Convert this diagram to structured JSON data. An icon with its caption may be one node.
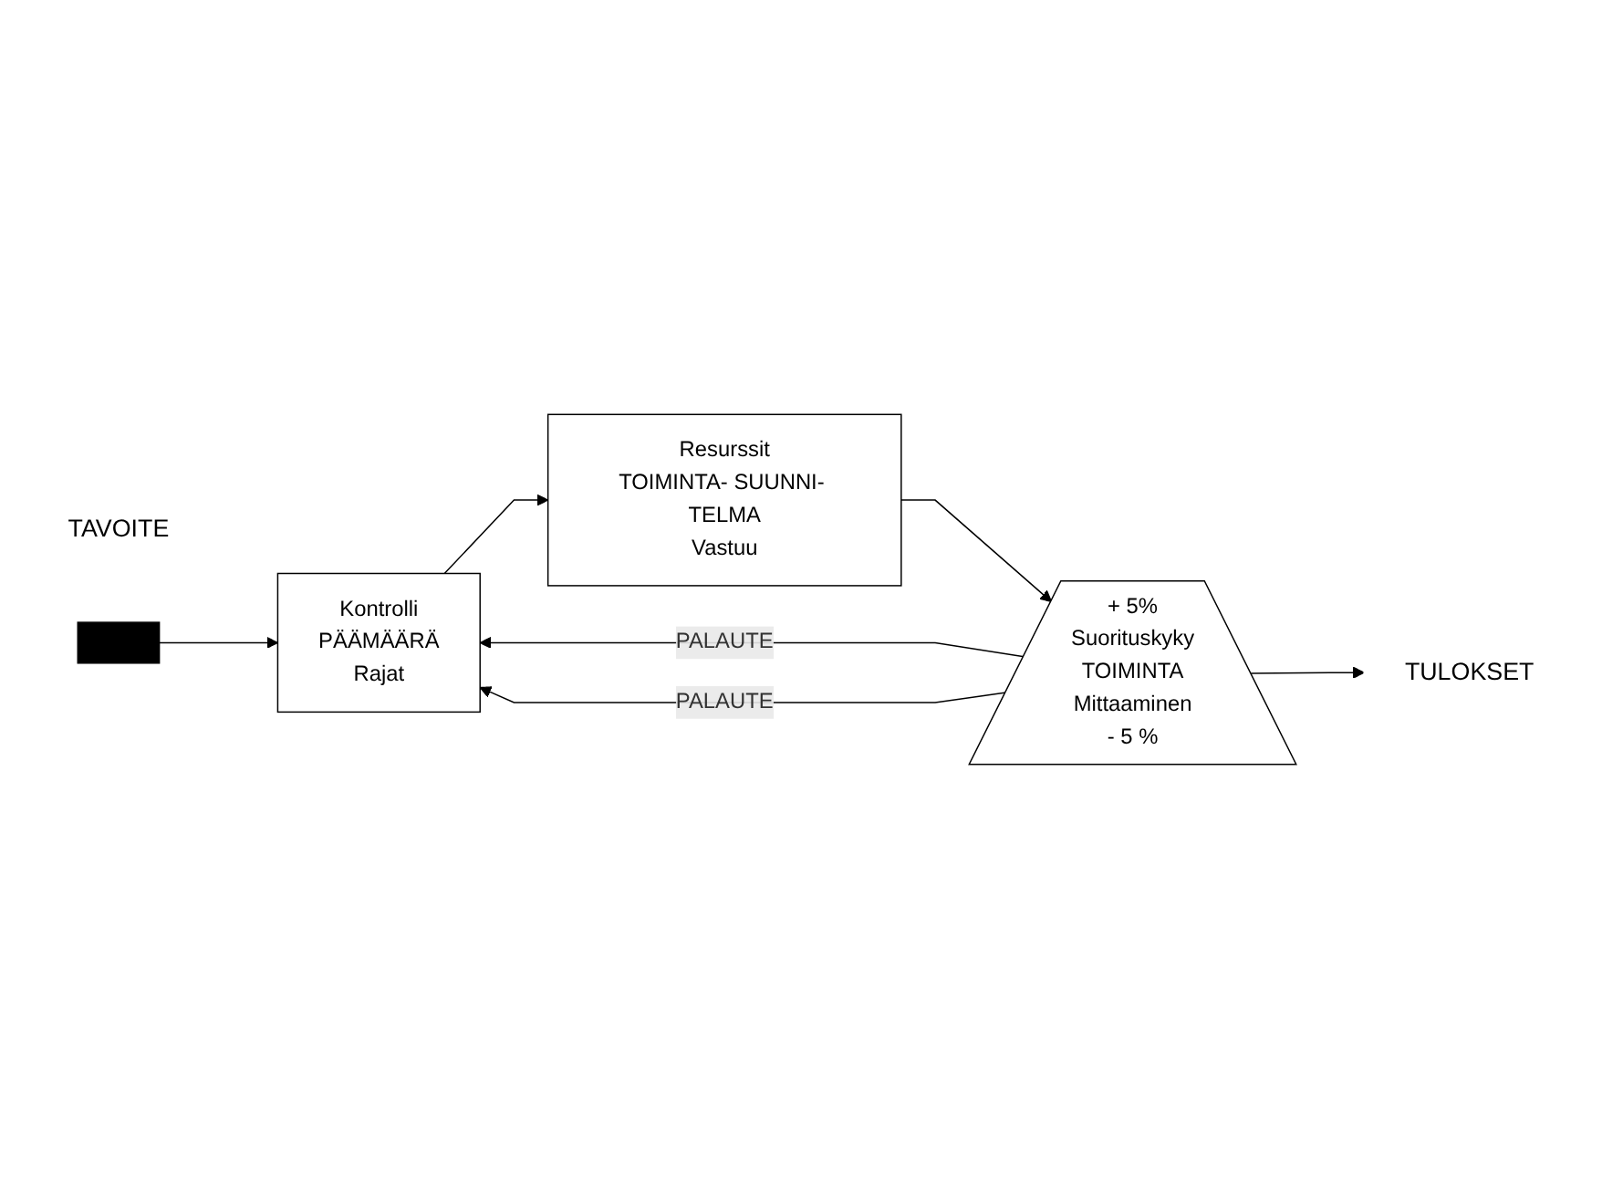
{
  "diagram": {
    "nodes": [
      {
        "text": [
          "TAVOITE"
        ]
      },
      {
        "text": [],
        "shape": "bar"
      },
      {
        "text": [
          "Kontrolli",
          "PÄÄMÄÄRÄ",
          "Rajat"
        ]
      },
      {
        "text": [
          "Resurssit",
          "TOIMINTA- SUUNNI- TELMA",
          "Vastuu"
        ]
      },
      {
        "text": [
          "+ 5%",
          "Suorituskyky",
          "TOIMINTA",
          "Mittaaminen",
          "- 5 %"
        ]
      },
      {
        "text": [
          "TULOKSET"
        ]
      }
    ],
    "edges": [
      {
        "from": 1,
        "to": 2,
        "arrow": "to"
      },
      {
        "from": 2,
        "to": 3,
        "arrow": "to"
      },
      {
        "from": 3,
        "to": 4,
        "arrow": "to"
      },
      {
        "from": 4,
        "to": 5,
        "arrow": "to"
      },
      {
        "from": 4,
        "to": 2,
        "arrow": "to",
        "label": "PALAUTE"
      },
      {
        "from": 4,
        "to": 2,
        "arrow": "to",
        "label": "PALAUTE"
      }
    ]
  }
}
